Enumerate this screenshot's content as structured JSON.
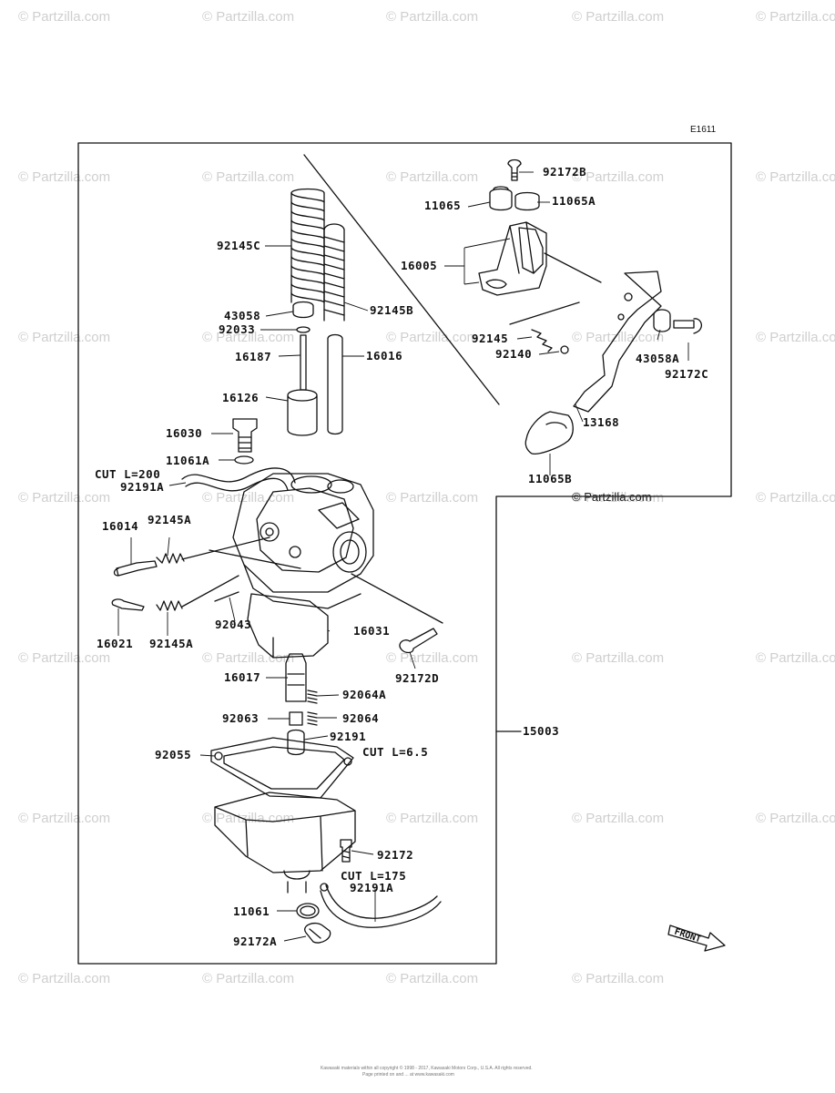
{
  "diagram_code": "E1611",
  "credit": "© Partzilla.com",
  "watermark": "© Partzilla.com",
  "front_label": "FRONT",
  "footer": {
    "line1": "Kawasaki materials within all copyright © 1998 - 2017, Kawasaki Motors Corp., U.S.A. All rights reserved.",
    "line2": "Page printed on and ... at www.kawasaki.com"
  },
  "labels": {
    "p92172B": "92172B",
    "p11065": "11065",
    "p11065A": "11065A",
    "p16005": "16005",
    "p92145C": "92145C",
    "p43058": "43058",
    "p92145B": "92145B",
    "p92033": "92033",
    "p16187": "16187",
    "p16016": "16016",
    "p92145": "92145",
    "p92140": "92140",
    "p43058A": "43058A",
    "p92172C": "92172C",
    "p16126": "16126",
    "p13168": "13168",
    "p16030": "16030",
    "p11061A": "11061A",
    "cut200": "CUT L=200",
    "p92191A_top": "92191A",
    "p11065B": "11065B",
    "p16014": "16014",
    "p92145A_top": "92145A",
    "p92043": "92043",
    "p16031": "16031",
    "p16021": "16021",
    "p92145A_bot": "92145A",
    "p92172D": "92172D",
    "p16017": "16017",
    "p92064A": "92064A",
    "p92063": "92063",
    "p92064": "92064",
    "p15003": "15003",
    "p92191": "92191",
    "p92055": "92055",
    "cut65": "CUT L=6.5",
    "p92172": "92172",
    "cut175": "CUT L=175",
    "p92191A_bot": "92191A",
    "p11061": "11061",
    "p92172A": "92172A"
  }
}
